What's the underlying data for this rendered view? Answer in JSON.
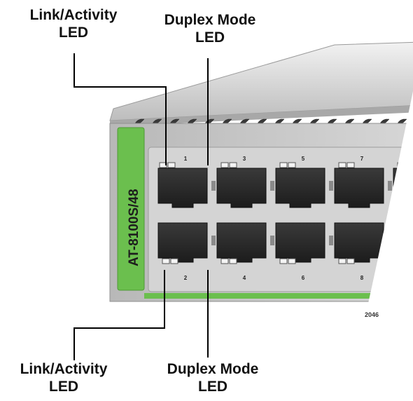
{
  "callouts": {
    "top_left": {
      "line1": "Link/Activity",
      "line2": "LED"
    },
    "top_right": {
      "line1": "Duplex Mode",
      "line2": "LED"
    },
    "bottom_left": {
      "line1": "Link/Activity",
      "line2": "LED"
    },
    "bottom_right": {
      "line1": "Duplex Mode",
      "line2": "LED"
    }
  },
  "device": {
    "model": "AT-8100S/48",
    "top_port_numbers": [
      "1",
      "3",
      "5",
      "7"
    ],
    "bottom_port_numbers": [
      "2",
      "4",
      "6",
      "8"
    ]
  },
  "figure_number": "2046",
  "colors": {
    "chassis": "#c9c9c9",
    "chassis_dark": "#8f8f8f",
    "label_strip": "#6bbf4e",
    "port_body": "#2b2b2b",
    "leader_line": "#000000"
  }
}
